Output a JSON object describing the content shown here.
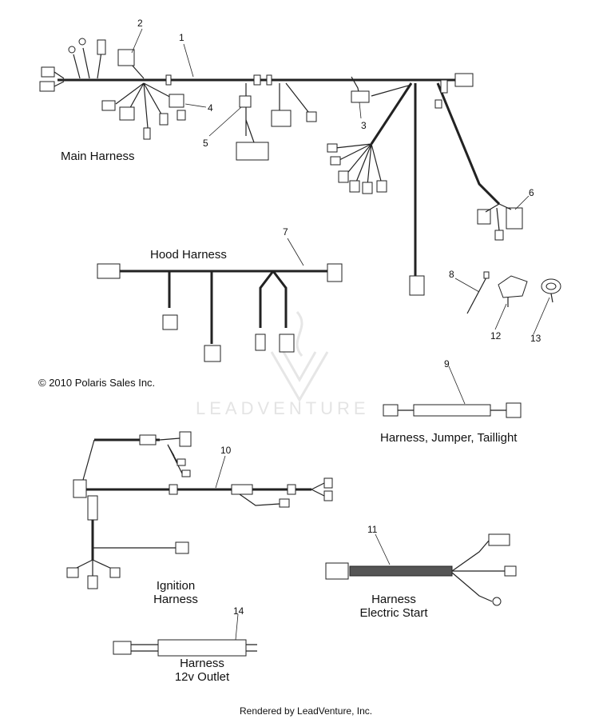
{
  "labels": {
    "main_harness": "Main Harness",
    "hood_harness": "Hood Harness",
    "copyright": "© 2010 Polaris Sales Inc.",
    "watermark": "LEADVENTURE",
    "taillight_jumper": "Harness, Jumper, Taillight",
    "ignition_line1": "Ignition",
    "ignition_line2": "Harness",
    "electric_start_line1": "Harness",
    "electric_start_line2": "Electric Start",
    "outlet_line1": "Harness",
    "outlet_line2": "12v Outlet",
    "footer": "Rendered by LeadVenture, Inc."
  },
  "callouts": [
    "1",
    "2",
    "3",
    "4",
    "5",
    "6",
    "7",
    "8",
    "9",
    "10",
    "11",
    "12",
    "13",
    "14"
  ],
  "colors": {
    "line": "#222222",
    "watermark": "#e4e4e4"
  }
}
